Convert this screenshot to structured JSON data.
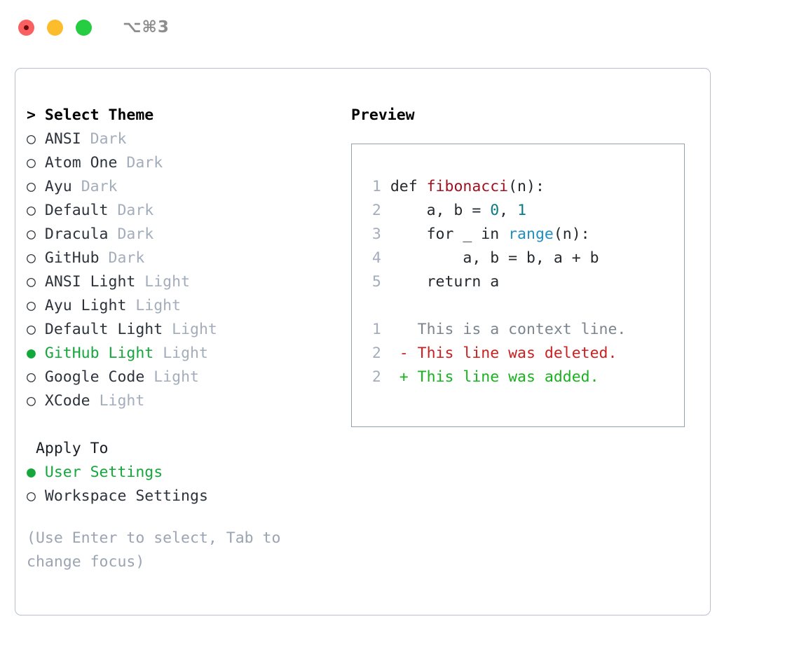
{
  "titlebar": {
    "dots": [
      {
        "name": "close",
        "color": "#f9605f"
      },
      {
        "name": "minimize",
        "color": "#fcbc2c"
      },
      {
        "name": "zoom",
        "color": "#26cc41"
      }
    ],
    "shortcut": "⌥⌘3"
  },
  "theme_picker": {
    "caret": ">",
    "heading": "Select Theme",
    "marker_unselected": "○",
    "marker_selected": "●",
    "items": [
      {
        "name": "ANSI",
        "kind": "Dark",
        "selected": false
      },
      {
        "name": "Atom One",
        "kind": "Dark",
        "selected": false
      },
      {
        "name": "Ayu",
        "kind": "Dark",
        "selected": false
      },
      {
        "name": "Default",
        "kind": "Dark",
        "selected": false
      },
      {
        "name": "Dracula",
        "kind": "Dark",
        "selected": false
      },
      {
        "name": "GitHub",
        "kind": "Dark",
        "selected": false
      },
      {
        "name": "ANSI Light",
        "kind": "Light",
        "selected": false
      },
      {
        "name": "Ayu Light",
        "kind": "Light",
        "selected": false
      },
      {
        "name": "Default Light",
        "kind": "Light",
        "selected": false
      },
      {
        "name": "GitHub Light",
        "kind": "Light",
        "selected": true
      },
      {
        "name": "Google Code",
        "kind": "Light",
        "selected": false
      },
      {
        "name": "XCode",
        "kind": "Light",
        "selected": false
      }
    ]
  },
  "apply_to": {
    "heading": "Apply To",
    "options": [
      {
        "label": "User Settings",
        "selected": true
      },
      {
        "label": "Workspace Settings",
        "selected": false
      }
    ]
  },
  "hint": "(Use Enter to select, Tab to change focus)",
  "preview": {
    "title": "Preview",
    "code_lines": [
      {
        "no": "1",
        "segments": [
          {
            "text": "def ",
            "style": "plain"
          },
          {
            "text": "fibonacci",
            "style": "fn"
          },
          {
            "text": "(n):",
            "style": "plain"
          }
        ]
      },
      {
        "no": "2",
        "segments": [
          {
            "text": "    a, b = ",
            "style": "plain"
          },
          {
            "text": "0",
            "style": "num"
          },
          {
            "text": ", ",
            "style": "plain"
          },
          {
            "text": "1",
            "style": "num"
          }
        ]
      },
      {
        "no": "3",
        "segments": [
          {
            "text": "    for _ in ",
            "style": "plain"
          },
          {
            "text": "range",
            "style": "call"
          },
          {
            "text": "(n):",
            "style": "plain"
          }
        ]
      },
      {
        "no": "4",
        "segments": [
          {
            "text": "        a, b = b, a + b",
            "style": "plain"
          }
        ]
      },
      {
        "no": "5",
        "segments": [
          {
            "text": "    return a",
            "style": "plain"
          }
        ]
      }
    ],
    "diff_lines": [
      {
        "no": "1",
        "sign": " ",
        "text": "This is a context line.",
        "kind": "context"
      },
      {
        "no": "2",
        "sign": "-",
        "text": "This line was deleted.",
        "kind": "deleted"
      },
      {
        "no": "2",
        "sign": "+",
        "text": "This line was added.",
        "kind": "added"
      }
    ]
  },
  "colors": {
    "selected_green": "#14a83c",
    "muted_gray": "#a3adbb",
    "hint_gray": "#9aa4b2",
    "panel_border": "#b9c0cc",
    "codebox_border": "#93a0b0",
    "syntax_function": "#a01020",
    "syntax_number": "#0a7b83",
    "syntax_call": "#1f8fc4",
    "diff_deleted": "#cc2020",
    "diff_added": "#18b31e",
    "diff_context": "#7c858f"
  }
}
